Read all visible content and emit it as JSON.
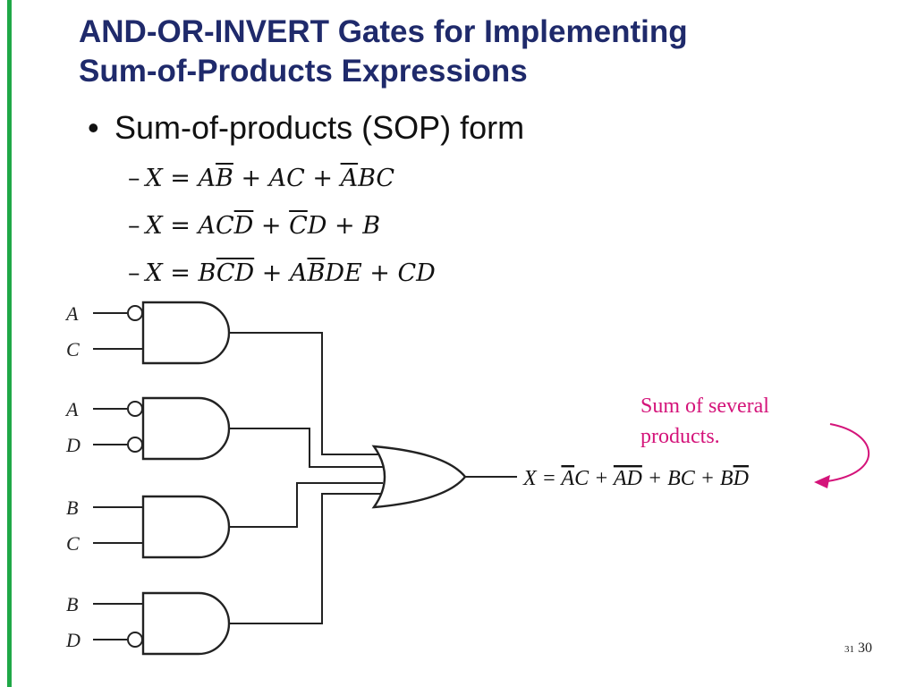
{
  "slide": {
    "title_line1": "AND-OR-INVERT Gates for Implementing",
    "title_line2": "Sum-of-Products Expressions",
    "bullet": "Sum-of-products (SOP) form",
    "expressions": [
      {
        "dash": "–",
        "parts": [
          {
            "t": "X = A"
          },
          {
            "t": "B",
            "bar": true
          },
          {
            "t": " + AC + "
          },
          {
            "t": "A",
            "bar": true
          },
          {
            "t": "BC"
          }
        ]
      },
      {
        "dash": "–",
        "parts": [
          {
            "t": "X = AC"
          },
          {
            "t": "D",
            "bar": true
          },
          {
            "t": " + "
          },
          {
            "t": "C",
            "bar": true
          },
          {
            "t": "D + B"
          }
        ]
      },
      {
        "dash": "–",
        "parts": [
          {
            "t": "X = B"
          },
          {
            "t": "C",
            "bar": true
          },
          {
            "t": "D",
            "bar": true
          },
          {
            "t": " + A"
          },
          {
            "t": "B",
            "bar": true
          },
          {
            "t": "DE + CD"
          }
        ]
      }
    ],
    "page_number_small": "31",
    "page_number": "30",
    "accent_color": "#1fa847",
    "title_color": "#1f2a6b",
    "note_color": "#d4147a"
  },
  "diagram": {
    "gates": [
      {
        "name": "and-gate-1",
        "inputs": [
          {
            "label": "A",
            "inverted": true
          },
          {
            "label": "C",
            "inverted": false
          }
        ]
      },
      {
        "name": "and-gate-2",
        "inputs": [
          {
            "label": "A",
            "inverted": true
          },
          {
            "label": "D",
            "inverted": true
          }
        ]
      },
      {
        "name": "and-gate-3",
        "inputs": [
          {
            "label": "B",
            "inverted": false
          },
          {
            "label": "C",
            "inverted": false
          }
        ]
      },
      {
        "name": "and-gate-4",
        "inputs": [
          {
            "label": "B",
            "inverted": false
          },
          {
            "label": "D",
            "inverted": true
          }
        ]
      }
    ],
    "output_expression": [
      {
        "t": "X = "
      },
      {
        "t": "A",
        "bar": true
      },
      {
        "t": "C + "
      },
      {
        "t": "AD",
        "bar": true
      },
      {
        "t": " + BC + B"
      },
      {
        "t": "D",
        "bar": true
      }
    ],
    "note_line1": "Sum of several",
    "note_line2": "products."
  }
}
